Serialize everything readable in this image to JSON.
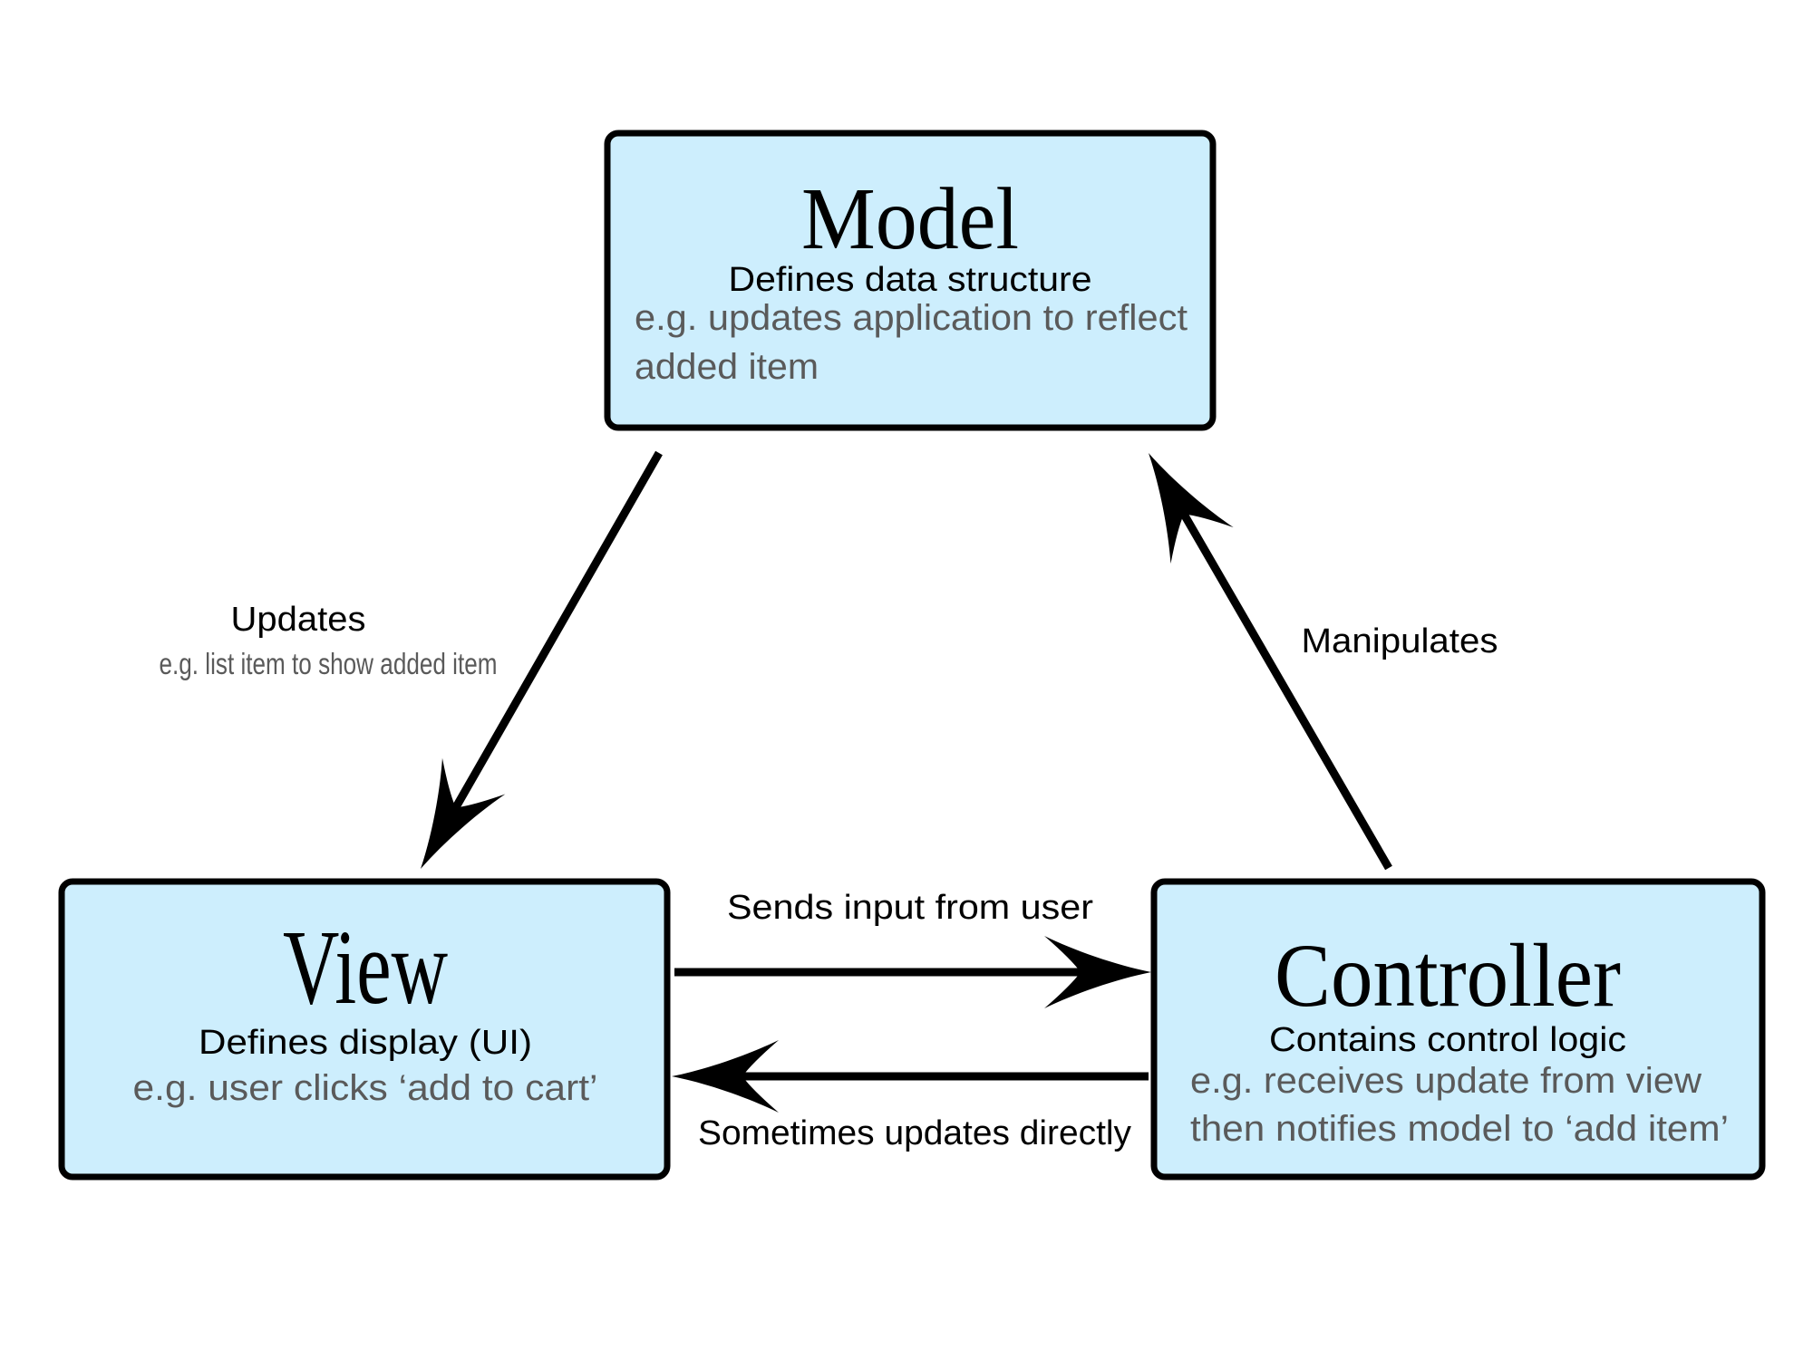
{
  "colors": {
    "box_fill": "#cdeefd",
    "border": "#000000",
    "example_text": "#5a5a5a"
  },
  "model": {
    "title": "Model",
    "subtitle": "Defines data structure",
    "example_lines": [
      "e.g. updates application to reflect",
      "added item"
    ]
  },
  "view": {
    "title": "View",
    "subtitle": "Defines display (UI)",
    "example_lines": [
      "e.g. user clicks ‘add to cart’"
    ]
  },
  "controller": {
    "title": "Controller",
    "subtitle": "Contains control logic",
    "example_lines": [
      "e.g. receives update from view",
      "then notifies model to ‘add item’"
    ]
  },
  "edges": {
    "model_to_view": {
      "label": "Updates",
      "example": "e.g. list item to show added item"
    },
    "controller_to_model": {
      "label": "Manipulates"
    },
    "view_to_controller": {
      "label": "Sends input from user"
    },
    "controller_to_view": {
      "label": "Sometimes updates directly"
    }
  }
}
